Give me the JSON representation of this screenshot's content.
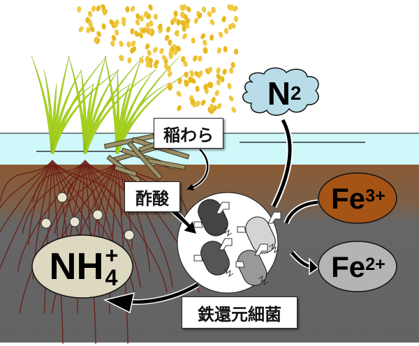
{
  "diagram": {
    "labels": {
      "rice_straw": "稲わら",
      "acetic_acid": "酢酸",
      "iron_reducing_bacteria": "鉄還元細菌"
    },
    "species": {
      "nitrogen": {
        "base": "N",
        "sub": "2"
      },
      "ammonium": {
        "base": "NH",
        "sub": "4",
        "sup": "+"
      },
      "ferric": {
        "base": "Fe",
        "sup": "3+"
      },
      "ferrous": {
        "base": "Fe",
        "sup": "2+"
      }
    },
    "colors": {
      "water": "#cef8fa",
      "soil_top": "#8a5a34",
      "soil_bottom": "#666666",
      "cloud": "#b9dde8",
      "ammonium": "#ddd8c0",
      "ferric": "#a55416",
      "ferrous": "#b4b4b4",
      "straw": "#9b9068",
      "leaf": "#a9d420",
      "grain": "#e8b820",
      "root": "#6b1a14"
    }
  }
}
